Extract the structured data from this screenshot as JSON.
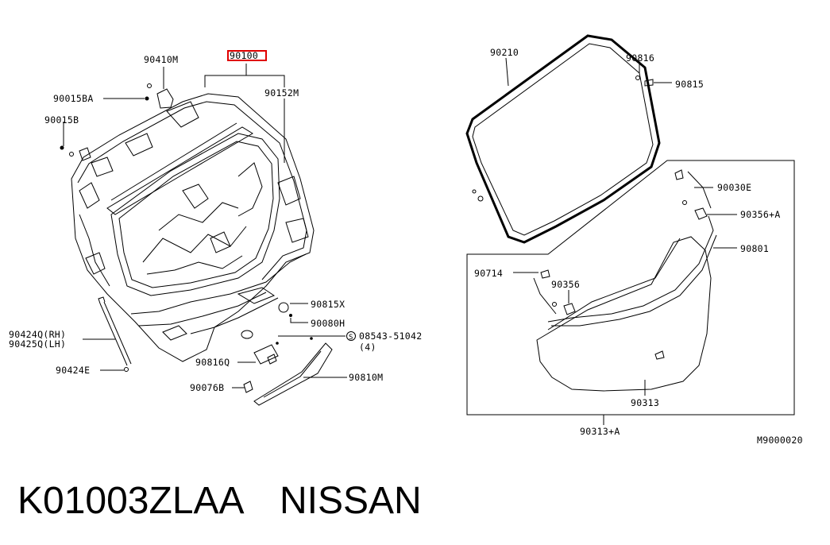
{
  "diagram": {
    "callouts": {
      "c90100": "90100",
      "c90410M": "90410M",
      "c90152M": "90152M",
      "c90015BA": "90015BA",
      "c90015B": "90015B",
      "c90424Q": "90424Q(RH)",
      "c90425Q": "90425Q(LH)",
      "c90424E": "90424E",
      "c90815X": "90815X",
      "c90080H": "90080H",
      "c08543": "08543-51042",
      "c08543qty": "(4)",
      "c90816Q": "90816Q",
      "c90076B": "90076B",
      "c90810M": "90810M",
      "c90210": "90210",
      "c90816": "90816",
      "c90815": "90815",
      "c90030E": "90030E",
      "c90356A": "90356+A",
      "c90801": "90801",
      "c90714": "90714",
      "c90356": "90356",
      "c90313": "90313",
      "c90313A": "90313+A"
    },
    "drawing_code": "M9000020",
    "highlighted_part": "90100",
    "highlight_color": "#e00000"
  },
  "footer": {
    "part_number": "K01003ZLAA",
    "brand": "NISSAN"
  }
}
